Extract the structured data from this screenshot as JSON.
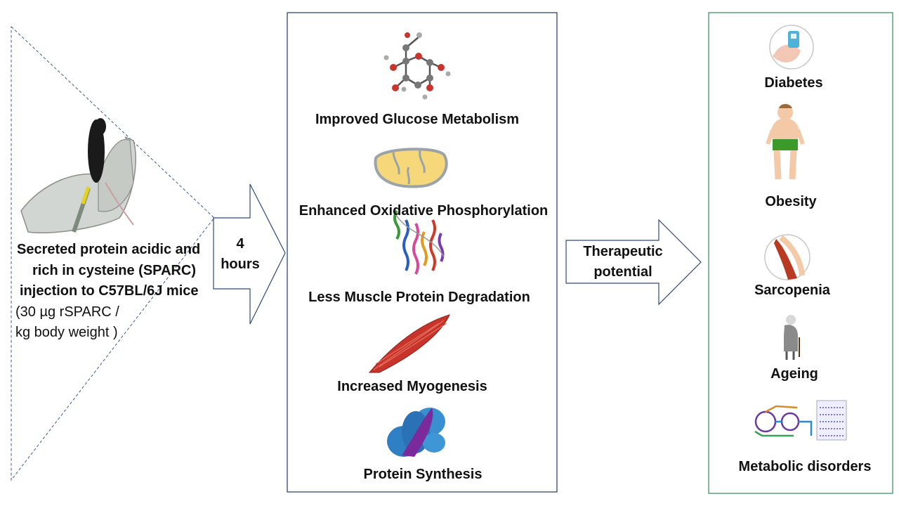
{
  "colors": {
    "left_outline": "#3b5b8c",
    "middle_box_border": "#1f3864",
    "right_box_border": "#2e8b57",
    "arrow_stroke": "#2f4a7a"
  },
  "intervention": {
    "line1": "Secreted protein acidic  and",
    "line2": "rich in cysteine (SPARC)",
    "line3": "injection to C57BL/6J mice",
    "dose1": "(30 µg rSPARC /",
    "dose2": "kg body weight )"
  },
  "arrow1": {
    "line1": "4",
    "line2": "hours"
  },
  "effects": [
    {
      "label": "Improved Glucose Metabolism",
      "icon": "glucose-molecule-icon"
    },
    {
      "label": "Enhanced Oxidative Phosphorylation",
      "icon": "mitochondrion-icon"
    },
    {
      "label": "Less Muscle Protein Degradation",
      "icon": "protein-structure-icon"
    },
    {
      "label": "Increased Myogenesis",
      "icon": "muscle-fiber-icon"
    },
    {
      "label": "Protein Synthesis",
      "icon": "protein-complex-icon"
    }
  ],
  "arrow2": {
    "line1": "Therapeutic",
    "line2": "potential"
  },
  "conditions": [
    {
      "label": "Diabetes",
      "icon": "glucose-meter-icon"
    },
    {
      "label": "Obesity",
      "icon": "obese-person-icon"
    },
    {
      "label": "Sarcopenia",
      "icon": "leg-muscle-icon"
    },
    {
      "label": "Ageing",
      "icon": "elderly-person-icon"
    },
    {
      "label": "Metabolic disorders",
      "icon": "metabolic-pathway-icon"
    }
  ]
}
